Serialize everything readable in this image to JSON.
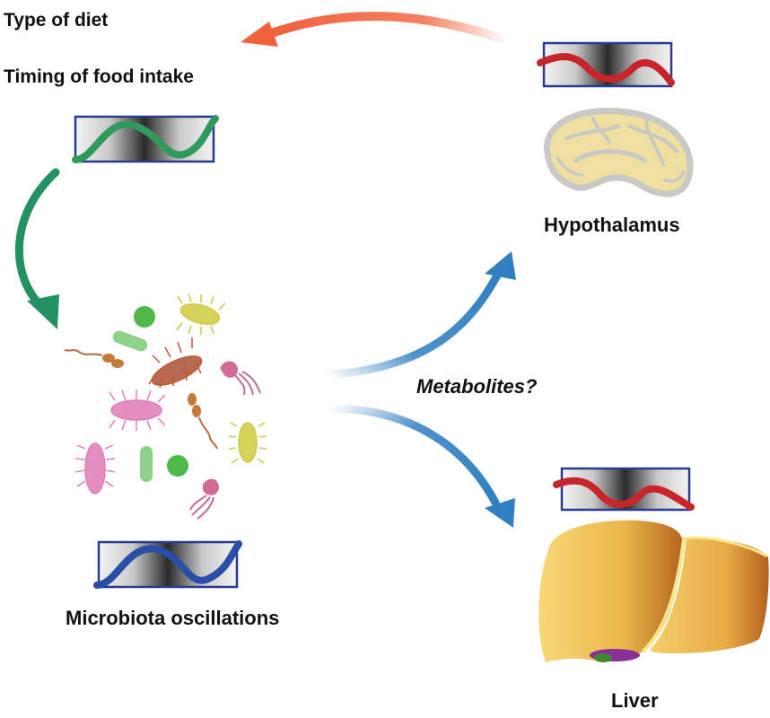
{
  "labels": {
    "diet": "Type of diet",
    "timing": "Timing of food intake",
    "hypothalamus": "Hypothalamus",
    "metabolites": "Metabolites?",
    "microbiota": "Microbiota oscillations",
    "liver": "Liver"
  },
  "colors": {
    "feedback_arrow": "#f0613c",
    "diet_wave": "#2e9a5b",
    "diet_arrow": "#229262",
    "microbiota_wave": "#2a4ea8",
    "organ_wave": "#c8252b",
    "metabolite_arrow": "#2f7fc1",
    "box_border": "#2b3a8f",
    "brain_fill": "#efdfa0",
    "brain_outline": "#c8c8c4",
    "liver_fill": "#f0c050",
    "liver_shade": "#b5651f"
  },
  "icons": [
    "oscillation-box-icon",
    "brain-icon",
    "liver-icon",
    "bacteria-cluster-icon"
  ]
}
